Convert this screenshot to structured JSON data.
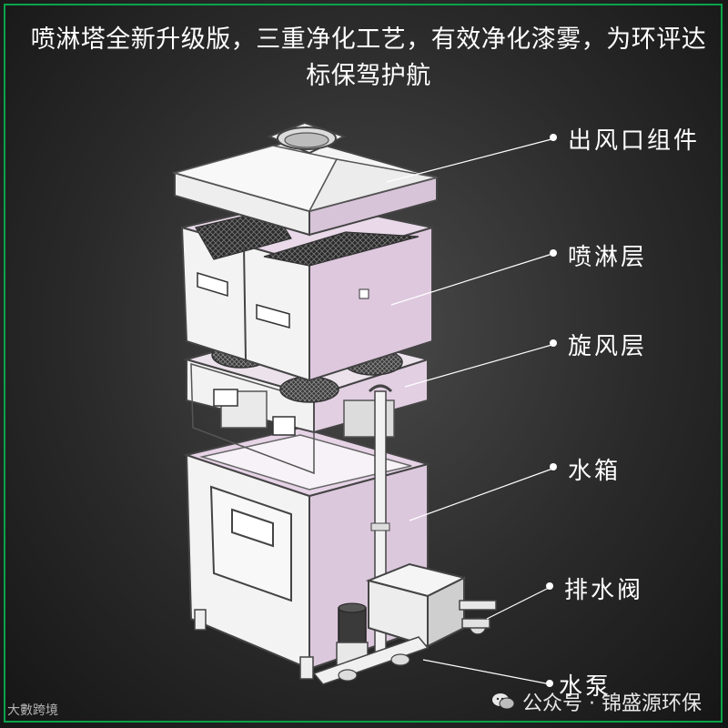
{
  "headline": {
    "line1": "喷淋塔全新升级版，三重净化工艺，有效净化漆雾，为环评达",
    "line2": "标保驾护航"
  },
  "labels": {
    "outlet": "出风口组件",
    "spray": "喷淋层",
    "cyclone": "旋风层",
    "tank": "水箱",
    "drain": "排水阀",
    "pump": "水泵"
  },
  "watermark": {
    "left": "大數跨境",
    "right": "公众号 · 锦盛源环保"
  },
  "colors": {
    "accent": "#d8c4d8",
    "frame": "#0aa34a",
    "line": "#ffffff"
  }
}
